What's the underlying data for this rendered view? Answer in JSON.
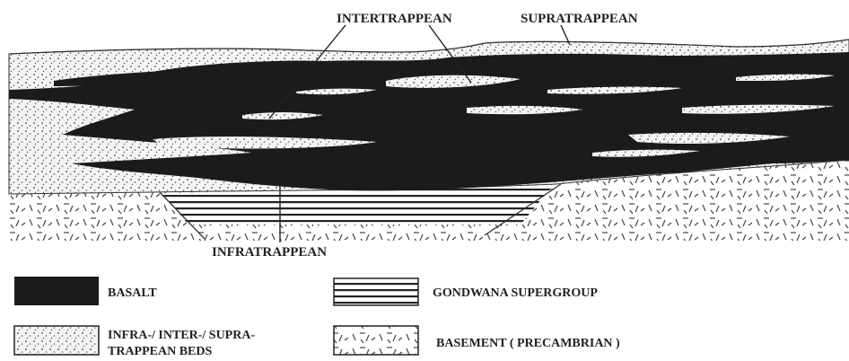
{
  "callouts": {
    "intertrappean": "INTERTRAPPEAN",
    "supratrappean": "SUPRATRAPPEAN",
    "infratrappean": "INFRATRAPPEAN"
  },
  "legend": {
    "basalt": "BASALT",
    "gondwana": "GONDWANA SUPERGROUP",
    "beds_line1": "INFRA-/ INTER-/ SUPRA-",
    "beds_line2": "TRAPPEAN BEDS",
    "basement": "BASEMENT ( PRECAMBRIAN )"
  },
  "colors": {
    "basalt": "#1b1b1b",
    "sediment": "#f1f1f1",
    "line": "#2a2a2a"
  }
}
